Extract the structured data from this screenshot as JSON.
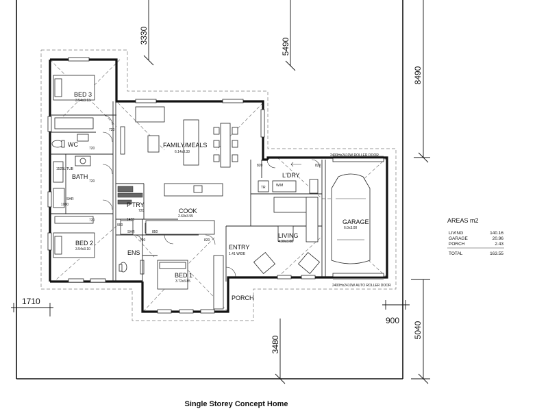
{
  "caption": "Single Storey Concept Home",
  "dimensions": {
    "left_top": "3330",
    "mid_top": "5490",
    "right_top": "8490",
    "left_side": "1710",
    "right_small": "900",
    "bottom_mid": "3480",
    "right_bottom": "5040"
  },
  "rooms": {
    "bed3": {
      "name": "BED 3",
      "size": "3.54x3.13"
    },
    "family": {
      "name": "FAMILY/MEALS",
      "size": "6.14x3.33"
    },
    "wc": {
      "name": "WC"
    },
    "bath": {
      "name": "BATH"
    },
    "ptry": {
      "name": "P'TRY"
    },
    "cook": {
      "name": "COOK",
      "size": "2.60x3.55"
    },
    "bed2": {
      "name": "BED 2",
      "size": "3.54x3.10"
    },
    "ens": {
      "name": "ENS"
    },
    "bed1": {
      "name": "BED 1",
      "size": "3.72x3.85"
    },
    "entry": {
      "name": "ENTRY",
      "size": "1.41 WIDE"
    },
    "porch": {
      "name": "PORCH"
    },
    "living": {
      "name": "LIVING",
      "size": "4.30x3.80"
    },
    "ldry": {
      "name": "L'DRY"
    },
    "garage": {
      "name": "GARAGE",
      "size": "6.0x3.00"
    }
  },
  "labels": {
    "roller_top": "2400Hx2410W ROLLER DOOR",
    "roller_bottom": "2400Hx2410W AUTO ROLLER DOOR",
    "tub": "1525L TUB",
    "shr_bath": "SHR",
    "shr_bath_w": "1000",
    "shr_ens": "SHR",
    "ens_w": "1470",
    "tr": "TR",
    "ww": "W/M",
    "d720": "720",
    "d820": "820",
    "d850": "850",
    "d900": "900"
  },
  "areas": {
    "title": "AREAS m2",
    "rows": [
      {
        "label": "LIVING",
        "value": "140.16"
      },
      {
        "label": "GARAGE",
        "value": "20.96"
      },
      {
        "label": "PORCH",
        "value": "2.43"
      }
    ],
    "total_label": "TOTAL",
    "total_value": "163.55"
  }
}
